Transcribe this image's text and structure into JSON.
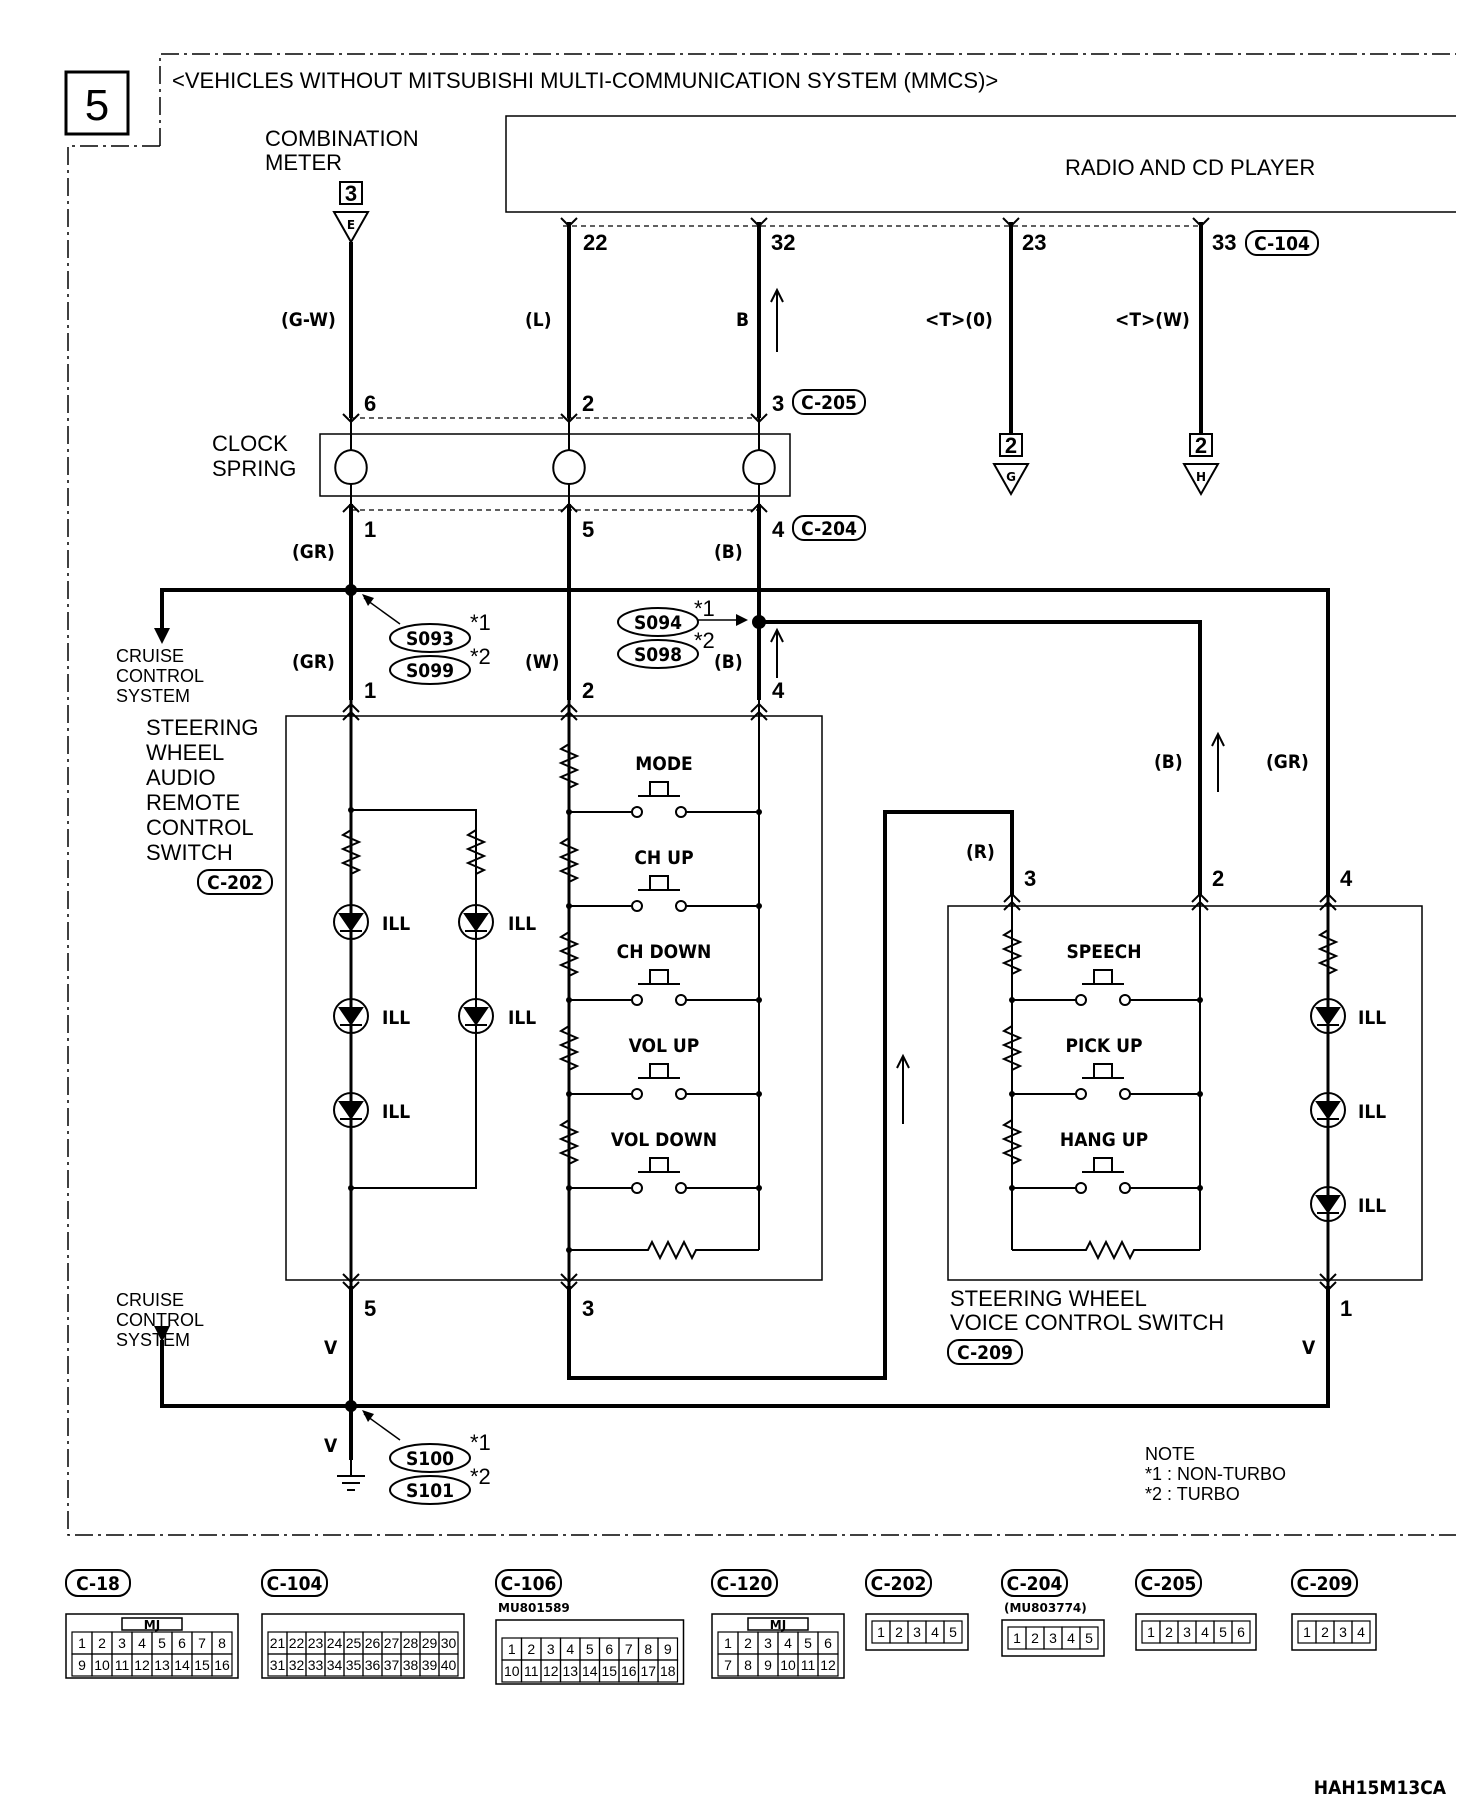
{
  "sheet_number": "5",
  "title": "<VEHICLES WITHOUT MITSUBISHI MULTI-COMMUNICATION SYSTEM (MMCS)>",
  "combination_meter": {
    "line1": "COMBINATION",
    "line2": "METER",
    "ref": "3",
    "ref_letter": "E"
  },
  "radio": {
    "label": "RADIO AND CD PLAYER",
    "connector": "C-104",
    "pins": [
      "22",
      "32",
      "23",
      "33"
    ]
  },
  "wires_top": {
    "g_w": "(G-W)",
    "l": "(L)",
    "b": "B",
    "t0": "<T>(0)",
    "tw": "<T>(W)"
  },
  "clock_spring": {
    "line1": "CLOCK",
    "line2": "SPRING",
    "top_pins": [
      "6",
      "2",
      "3"
    ],
    "top_conn": "C-205",
    "bottom_pins": [
      "1",
      "5",
      "4"
    ],
    "bottom_conn": "C-204"
  },
  "offpage": [
    {
      "num": "2",
      "letter": "G"
    },
    {
      "num": "2",
      "letter": "H"
    }
  ],
  "wires_mid": {
    "gr1": "(GR)",
    "b1": "(B)",
    "gr2": "(GR)",
    "w": "(W)",
    "b2": "(B)",
    "b3": "(B)",
    "gr3": "(GR)",
    "r": "(R)",
    "v1": "V",
    "v2": "V",
    "v3": "V"
  },
  "splices": {
    "s093": "S093",
    "s099": "S099",
    "s094": "S094",
    "s098": "S098",
    "s100": "S100",
    "s101": "S101",
    "star1": "*1",
    "star2": "*2"
  },
  "cruise_top": {
    "line1": "CRUISE",
    "line2": "CONTROL",
    "line3": "SYSTEM"
  },
  "cruise_bottom": {
    "line1": "CRUISE",
    "line2": "CONTROL",
    "line3": "SYSTEM"
  },
  "audio_switch": {
    "lines": [
      "STEERING",
      "WHEEL",
      "AUDIO",
      "REMOTE",
      "CONTROL",
      "SWITCH"
    ],
    "connector": "C-202",
    "top_pins": [
      "1",
      "2",
      "4"
    ],
    "bottom_pins": [
      "5",
      "3"
    ],
    "buttons": [
      "MODE",
      "CH UP",
      "CH DOWN",
      "VOL UP",
      "VOL DOWN"
    ],
    "ill": "ILL"
  },
  "voice_switch": {
    "line1": "STEERING WHEEL",
    "line2": "VOICE CONTROL SWITCH",
    "connector": "C-209",
    "top_pins": [
      "3",
      "2",
      "4"
    ],
    "bottom_pin": "1",
    "buttons": [
      "SPEECH",
      "PICK UP",
      "HANG UP"
    ],
    "ill": "ILL"
  },
  "note": {
    "title": "NOTE",
    "n1": "*1 : NON-TURBO",
    "n2": "*2 : TURBO"
  },
  "connectors": [
    {
      "name": "C-18",
      "sub": "MJ",
      "row1": [
        "1",
        "2",
        "3",
        "4",
        "5",
        "6",
        "7",
        "8"
      ],
      "row2": [
        "9",
        "10",
        "11",
        "12",
        "13",
        "14",
        "15",
        "16"
      ]
    },
    {
      "name": "C-104",
      "row1": [
        "21",
        "22",
        "23",
        "24",
        "25",
        "26",
        "27",
        "28",
        "29",
        "30"
      ],
      "row2": [
        "31",
        "32",
        "33",
        "34",
        "35",
        "36",
        "37",
        "38",
        "39",
        "40"
      ]
    },
    {
      "name": "C-106",
      "part": "MU801589",
      "row1": [
        "1",
        "2",
        "3",
        "4",
        "5",
        "6",
        "7",
        "8",
        "9"
      ],
      "row2": [
        "10",
        "11",
        "12",
        "13",
        "14",
        "15",
        "16",
        "17",
        "18"
      ]
    },
    {
      "name": "C-120",
      "sub": "MJ",
      "row1": [
        "1",
        "2",
        "3",
        "4",
        "5",
        "6"
      ],
      "row2": [
        "7",
        "8",
        "9",
        "10",
        "11",
        "12"
      ]
    },
    {
      "name": "C-202",
      "row1": [
        "1",
        "2",
        "3",
        "4",
        "5"
      ]
    },
    {
      "name": "C-204",
      "part": "(MU803774)",
      "row1": [
        "1",
        "2",
        "3",
        "4",
        "5"
      ]
    },
    {
      "name": "C-205",
      "row1": [
        "1",
        "2",
        "3",
        "4",
        "5",
        "6"
      ]
    },
    {
      "name": "C-209",
      "row1": [
        "1",
        "2",
        "3",
        "4"
      ]
    }
  ],
  "figure_code": "HAH15M13CA"
}
